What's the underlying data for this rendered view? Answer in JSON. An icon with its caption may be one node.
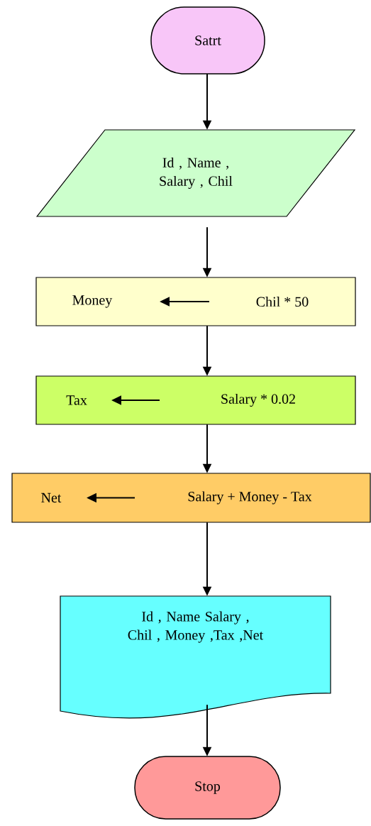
{
  "diagram": {
    "nodes": [
      {
        "text": [
          "Satrt"
        ]
      },
      {
        "text": [
          "Id , Name , Salary , Chil"
        ]
      },
      {
        "text": [
          "Money",
          "Chil * 50"
        ]
      },
      {
        "text": [
          "Tax",
          "Salary * 0.02"
        ]
      },
      {
        "text": [
          "Net",
          "Salary + Money - Tax"
        ]
      },
      {
        "text": [
          "Id , Name Salary , Chil , Money ,Tax ,Net"
        ]
      },
      {
        "text": [
          "Stop"
        ]
      }
    ],
    "edges": [
      {
        "from": 0,
        "to": 1,
        "arrow": "to"
      },
      {
        "from": 1,
        "to": 2,
        "arrow": "to"
      },
      {
        "from": 2,
        "to": 3,
        "arrow": "to"
      },
      {
        "from": 3,
        "to": 4,
        "arrow": "to"
      },
      {
        "from": 4,
        "to": 5,
        "arrow": "to"
      },
      {
        "from": 5,
        "to": 6,
        "arrow": "to"
      }
    ]
  }
}
